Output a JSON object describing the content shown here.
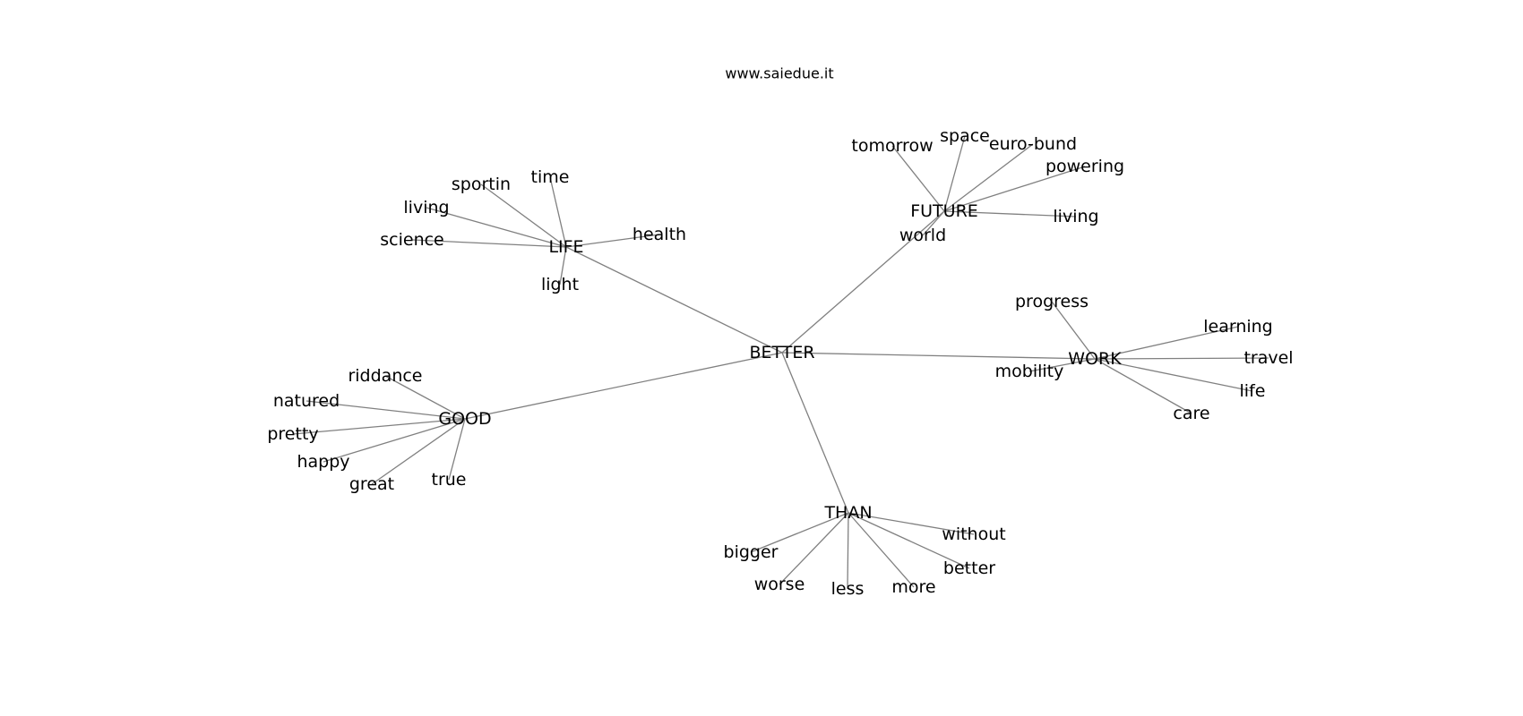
{
  "site": "www.saiedue.it",
  "root": "BETTER",
  "hubs": [
    {
      "id": "life",
      "label": "LIFE",
      "words": [
        "time",
        "sportin",
        "living",
        "science",
        "light",
        "health"
      ]
    },
    {
      "id": "future",
      "label": "FUTURE",
      "words": [
        "tomorrow",
        "space",
        "euro-bund",
        "powering",
        "living",
        "world"
      ]
    },
    {
      "id": "work",
      "label": "WORK",
      "words": [
        "progress",
        "learning",
        "travel",
        "life",
        "care",
        "mobility"
      ]
    },
    {
      "id": "than",
      "label": "THAN",
      "words": [
        "bigger",
        "worse",
        "less",
        "more",
        "better",
        "without"
      ]
    },
    {
      "id": "good",
      "label": "GOOD",
      "words": [
        "riddance",
        "natured",
        "pretty",
        "happy",
        "great",
        "true"
      ]
    }
  ]
}
